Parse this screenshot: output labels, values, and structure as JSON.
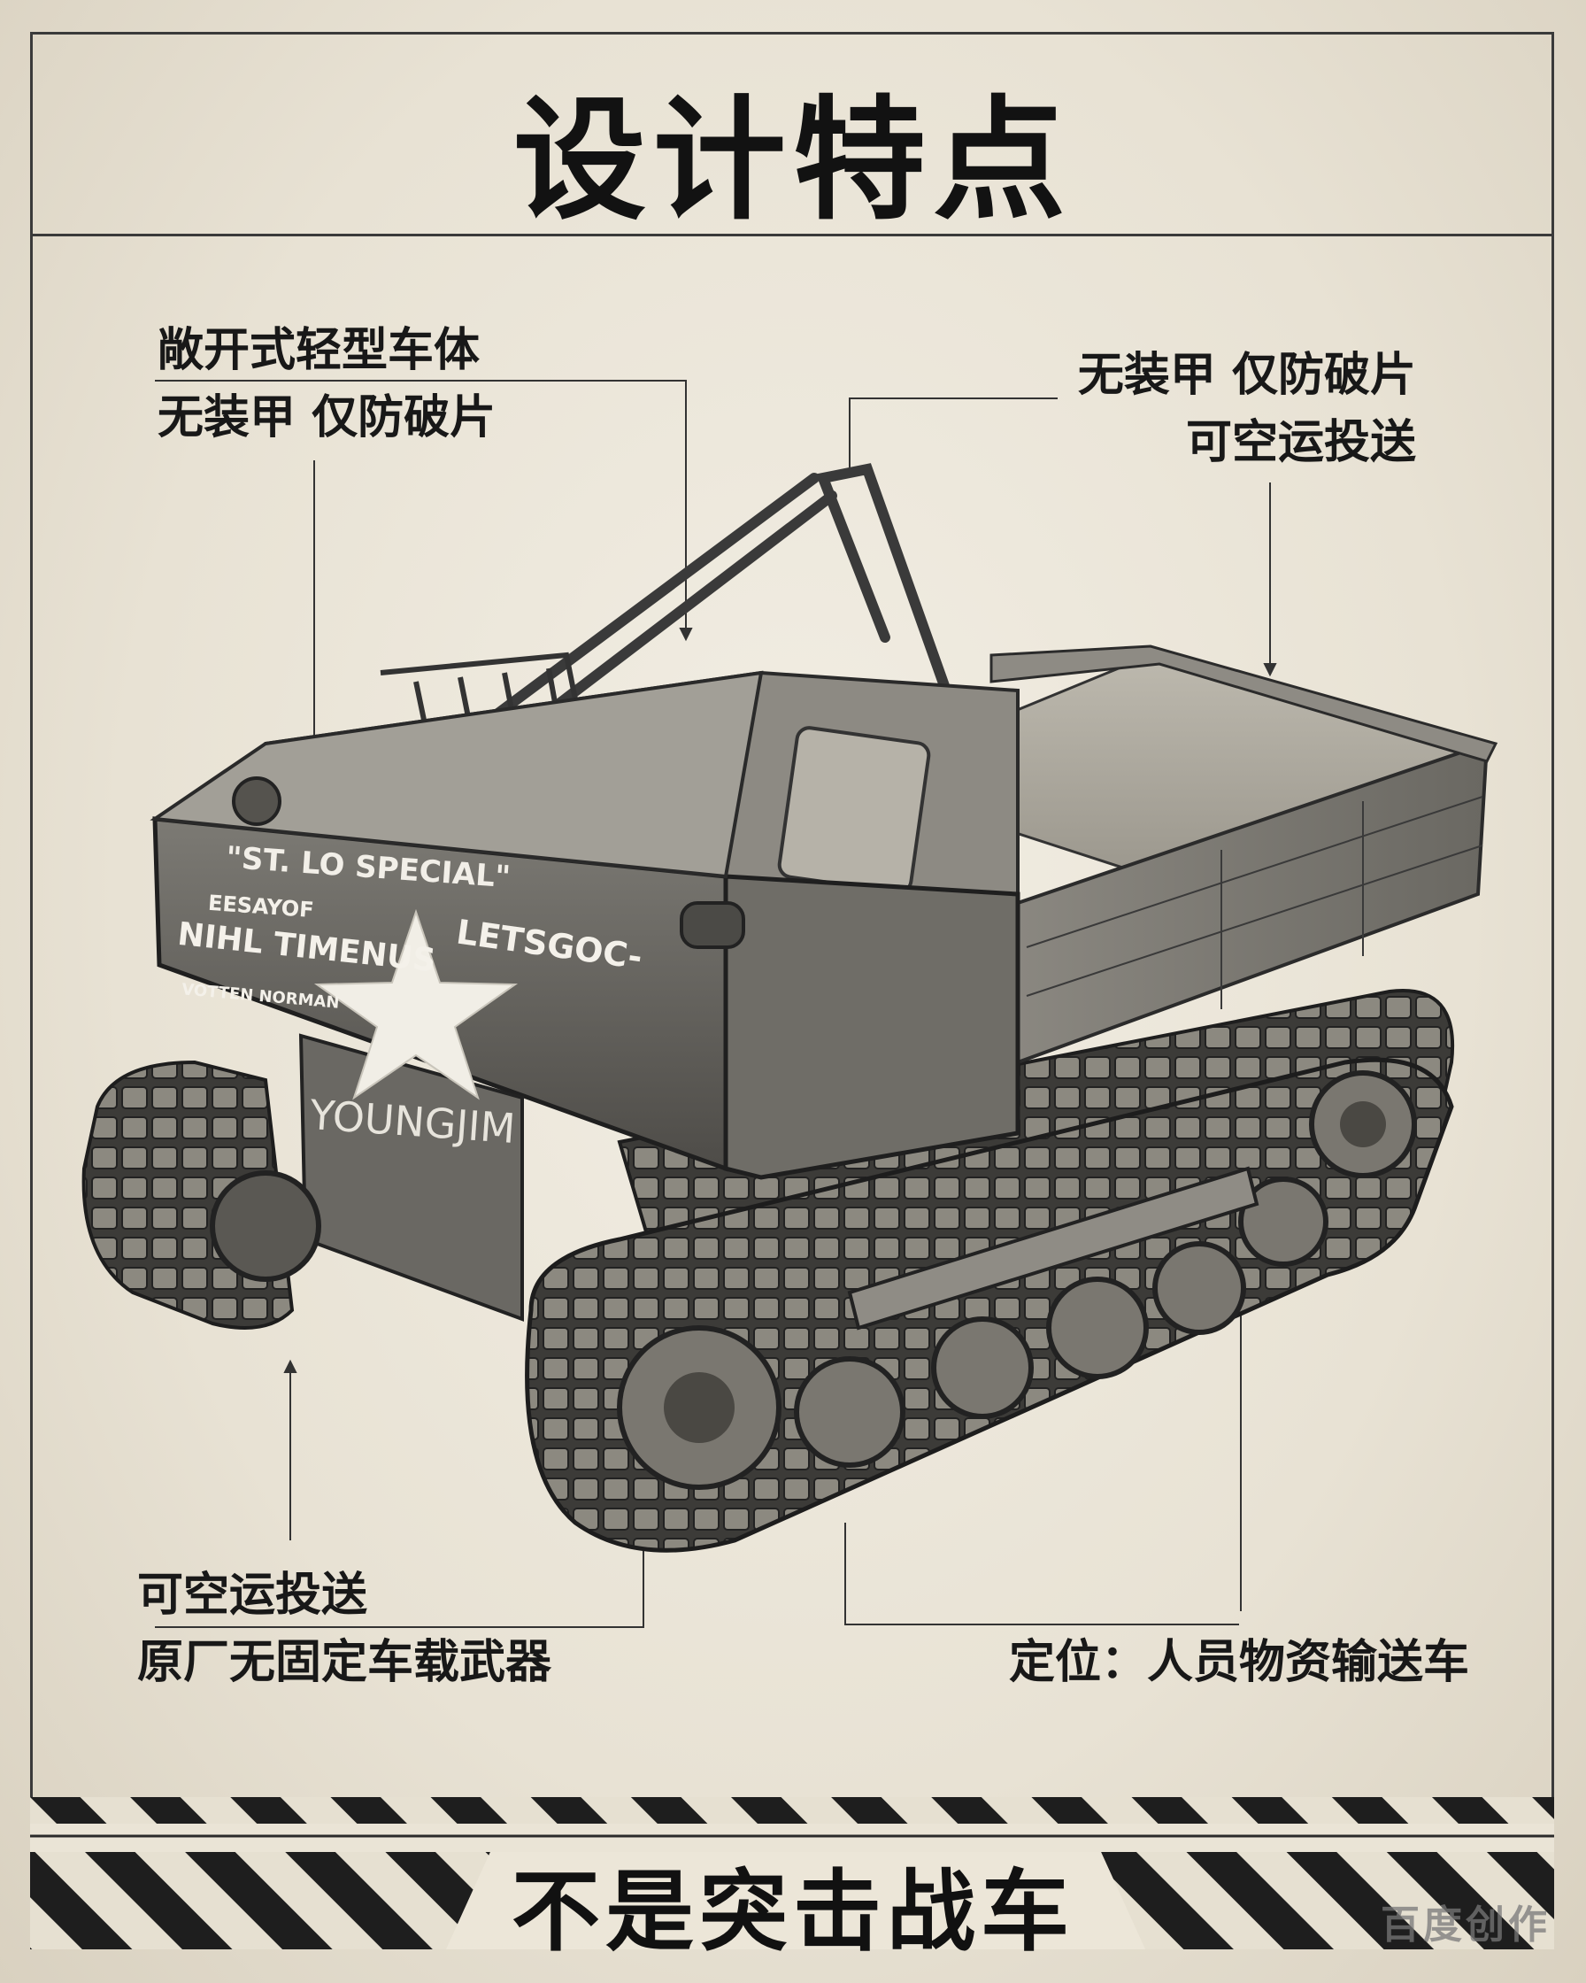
{
  "title": "设计特点",
  "callouts": {
    "top_left": [
      "敞开式轻型车体",
      "无装甲 仅防破片"
    ],
    "top_right": [
      "无装甲 仅防破片",
      "可空运投送"
    ],
    "bottom_left": [
      "可空运投送",
      "原厂无固定车载武器"
    ],
    "bottom_right": [
      "定位：人员物资输送车"
    ]
  },
  "vehicle_markings": {
    "name": "\"ST. LO SPECIAL\"",
    "line2": "EESAYOF",
    "line3": "NIHL TIMENUS",
    "line4": "VOTTEN NORMAN",
    "slogan": "LETSGOC-",
    "nickname": "YOUNGJIM"
  },
  "footer": "不是突击战车",
  "watermark": "百度创作"
}
